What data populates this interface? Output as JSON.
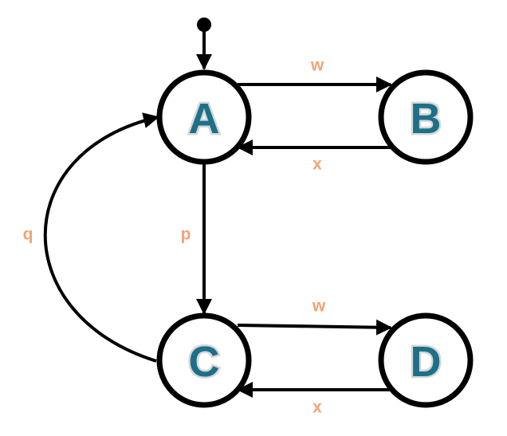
{
  "diagram": {
    "nodes": [
      {
        "id": "A",
        "label": "A"
      },
      {
        "id": "B",
        "label": "B"
      },
      {
        "id": "C",
        "label": "C"
      },
      {
        "id": "D",
        "label": "D"
      }
    ],
    "edges": [
      {
        "from": "A",
        "to": "B",
        "label": "w"
      },
      {
        "from": "B",
        "to": "A",
        "label": "x"
      },
      {
        "from": "A",
        "to": "C",
        "label": "p"
      },
      {
        "from": "C",
        "to": "A",
        "label": "q"
      },
      {
        "from": "C",
        "to": "D",
        "label": "w"
      },
      {
        "from": "D",
        "to": "C",
        "label": "x"
      }
    ],
    "initial_state": "A"
  },
  "colors": {
    "node_text": "#1e7088",
    "edge_label": "#f2a477",
    "stroke": "#000000"
  }
}
